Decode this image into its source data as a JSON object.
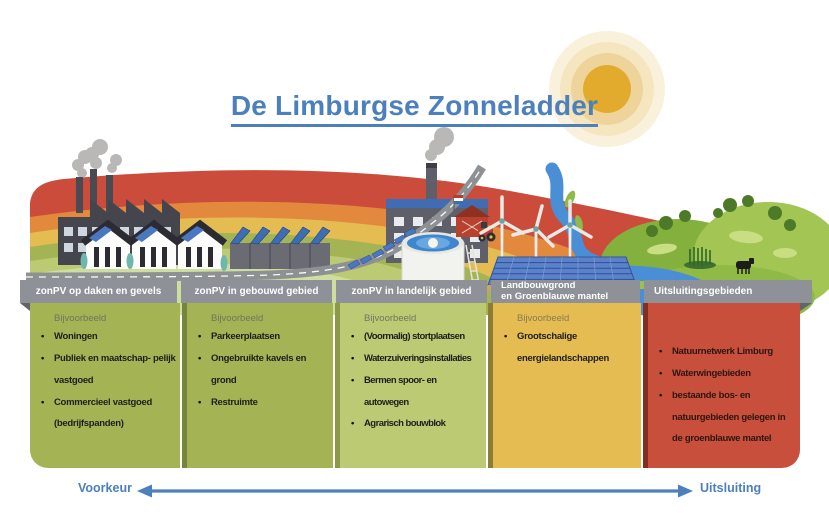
{
  "title": "De Limburgse Zonneladder",
  "axis": {
    "left_label": "Voorkeur",
    "right_label": "Uitsluiting"
  },
  "ladder": {
    "columns": [
      {
        "header": "zonPV op daken en gevels",
        "example_label": "Bijvoorbeeld",
        "items": [
          "Woningen",
          "Publiek en maatschap- pelijk vastgoed",
          "Commercieel vastgoed (bedrijfspanden)"
        ]
      },
      {
        "header": "zonPV in gebouwd gebied",
        "example_label": "Bijvoorbeeld",
        "items": [
          "Parkeerplaatsen",
          "Ongebruikte kavels en grond",
          "Restruimte"
        ]
      },
      {
        "header": "zonPV in landelijk gebied",
        "example_label": "Bijvoorbeeld",
        "items": [
          "(Voormalig) stortplaatsen",
          "Waterzuiveringsinstallaties",
          "Bermen spoor- en autowegen",
          "Agrarisch bouwblok"
        ]
      },
      {
        "header": "Landbouwgrond\nen Groenblauwe mantel",
        "example_label": "Bijvoorbeeld",
        "items": [
          "Grootschalige energielandschappen"
        ]
      },
      {
        "header": "Uitsluitingsgebieden",
        "example_label": "",
        "items": [
          "Natuurnetwerk Limburg",
          "Waterwingebieden",
          "bestaande bos- en natuurgebieden gelegen in de groenblauwe mantel"
        ]
      }
    ]
  },
  "colors": {
    "title_blue": "#4b80bd",
    "arrow_blue": "#4b80bd",
    "ribbon_gray": "#8f9199",
    "band_red": "#cc4c3b",
    "band_orange": "#e2893e",
    "band_yellow": "#e5bc52",
    "band_olive": "#a4b354",
    "band_light_green": "#bcca74",
    "band_pale_green": "#cede9e",
    "sun_core": "#e2ab2e"
  },
  "illustration": {
    "elements": [
      "sun-icon",
      "smoking-factories",
      "houses-with-solar-roofs",
      "solar-carports",
      "roadside-solar-panels",
      "water-treatment-tank",
      "barn-and-tractor",
      "wind-turbines",
      "solar-panel-field",
      "river",
      "green-hills",
      "reeds",
      "cow",
      "road"
    ]
  }
}
